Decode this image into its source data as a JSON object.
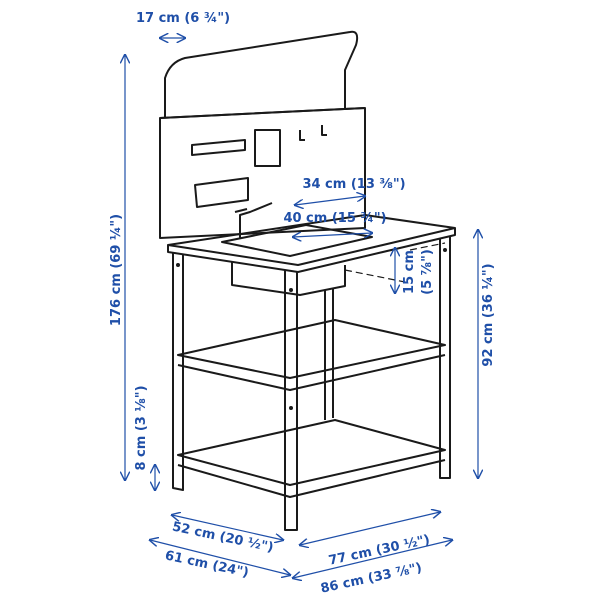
{
  "colors": {
    "dimension": "#1f4fa8",
    "outline": "#1a1a1a",
    "background": "#ffffff"
  },
  "dimensions": {
    "rail_depth": "17 cm (6 ¾\")",
    "sink_depth": "34 cm (13 ⅜\")",
    "sink_width": "40 cm (15 ¾\")",
    "sink_height_cm": "15 cm",
    "sink_height_in": "(5 ⅞\")",
    "total_height": "176 cm (69 ¼\")",
    "table_height": "92 cm (36 ¼\")",
    "shelf_clearance": "8 cm (3 ⅛\")",
    "inner_depth": "52 cm (20 ½\")",
    "total_depth": "61 cm (24\")",
    "inner_width": "77 cm (30 ½\")",
    "total_width": "86 cm (33 ⅞\")"
  }
}
